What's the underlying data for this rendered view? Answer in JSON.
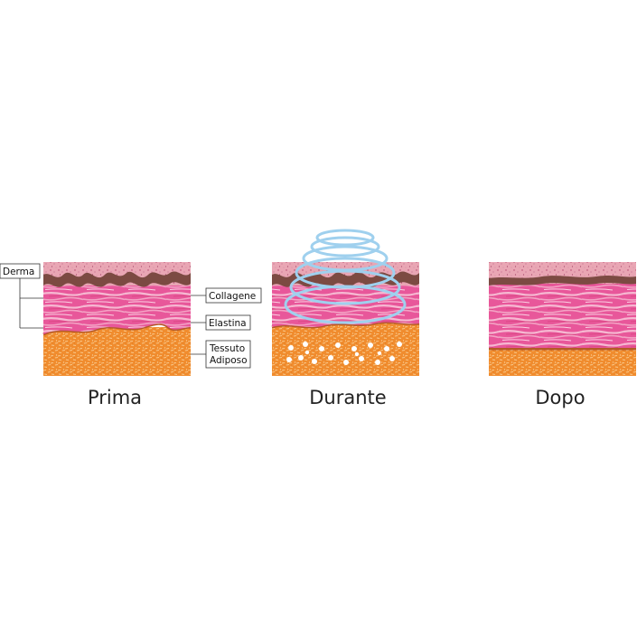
{
  "panels": [
    {
      "id": "before",
      "caption": "Prima",
      "variant": "wrinkled"
    },
    {
      "id": "during",
      "caption": "Durante",
      "variant": "treatment"
    },
    {
      "id": "after",
      "caption": "Dopo",
      "variant": "smooth"
    }
  ],
  "callouts": {
    "derma": "Derma",
    "collagene": "Collagene",
    "elastina": "Elastina",
    "tessuto_line1": "Tessuto",
    "tessuto_line2": "Adiposo"
  },
  "colors": {
    "epidermis": "#e9a6b4",
    "epidermis_dots": "#b0406a",
    "brown_layer": "#7c4a42",
    "dermis": "#e8579a",
    "dermis_light": "#f6b9d2",
    "fat": "#f08c2e",
    "fat_light": "#f9c88a",
    "fat_border": "#b45a28",
    "ultrasound": "#9fd0ee",
    "callout_line": "#333333"
  },
  "icons": {
    "ultrasound": "ultrasound-wave-rings-icon",
    "fat_release": "fat-droplets-icon"
  }
}
